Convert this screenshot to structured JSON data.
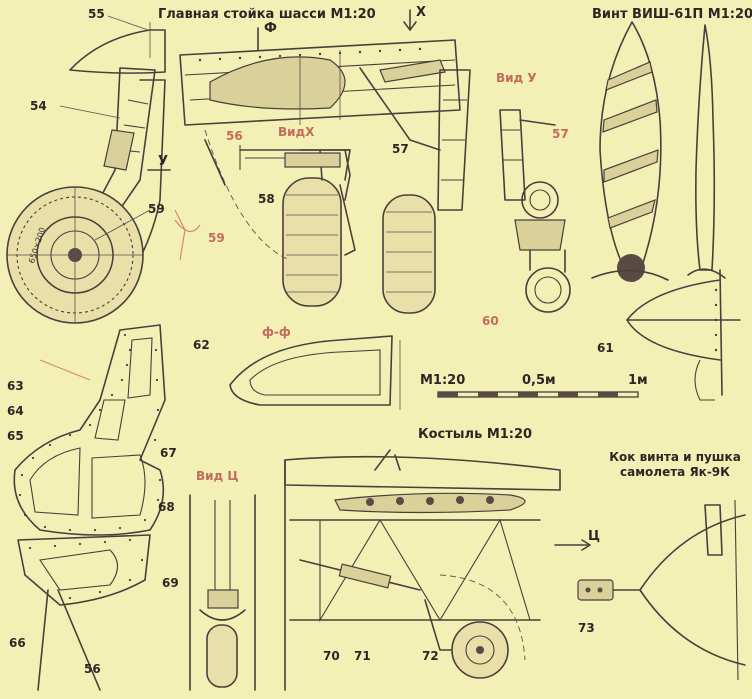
{
  "titles": {
    "main_gear": "Главная стойка шасси М1:20",
    "propeller": "Винт ВИШ-61П  М1:20",
    "tail_wheel": "Костыль М1:20",
    "spinner": "Кок винта и пушка самолета Як-9К"
  },
  "view_labels": {
    "phi_marker": "Ф",
    "x_marker": "Х",
    "y_marker": "У",
    "c_marker": "Ц",
    "view_x": "ВидХ",
    "view_y": "Вид У",
    "view_c": "Вид Ц",
    "section_phi": "ф-ф"
  },
  "scale_bar": {
    "scale": "М1:20",
    "mid": "0,5м",
    "end": "1м"
  },
  "tire_size": "650×200",
  "callouts": {
    "c55": "55",
    "c54": "54",
    "c56a": "56",
    "c57a": "57",
    "c57b": "57",
    "c58": "58",
    "c59a": "59",
    "c59b": "59",
    "c60": "60",
    "c61": "61",
    "c62": "62",
    "c63": "63",
    "c64": "64",
    "c65": "65",
    "c66": "66",
    "c56b": "56",
    "c67": "67",
    "c68": "68",
    "c69": "69",
    "c70": "70",
    "c71": "71",
    "c72": "72",
    "c73": "73"
  }
}
